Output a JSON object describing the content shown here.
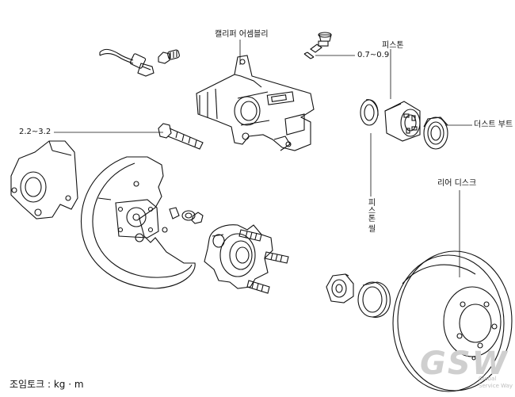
{
  "labels": {
    "caliper_assembly": "캘리퍼 어셈블리",
    "torque_bleeder": "0.7~0.9",
    "piston": "피스톤",
    "dust_boot": "더스트 부트",
    "torque_bolt": "2.2~3.2",
    "piston_seal": "피스톤 씰",
    "rear_disc": "리어 디스크"
  },
  "footer": {
    "torque_unit": "조임토크 : kg · m"
  },
  "watermark": {
    "logo": "GSW",
    "line1": "Global",
    "line2": "Service Way"
  },
  "colors": {
    "line": "#111111",
    "watermark": "#cfcfcf"
  }
}
